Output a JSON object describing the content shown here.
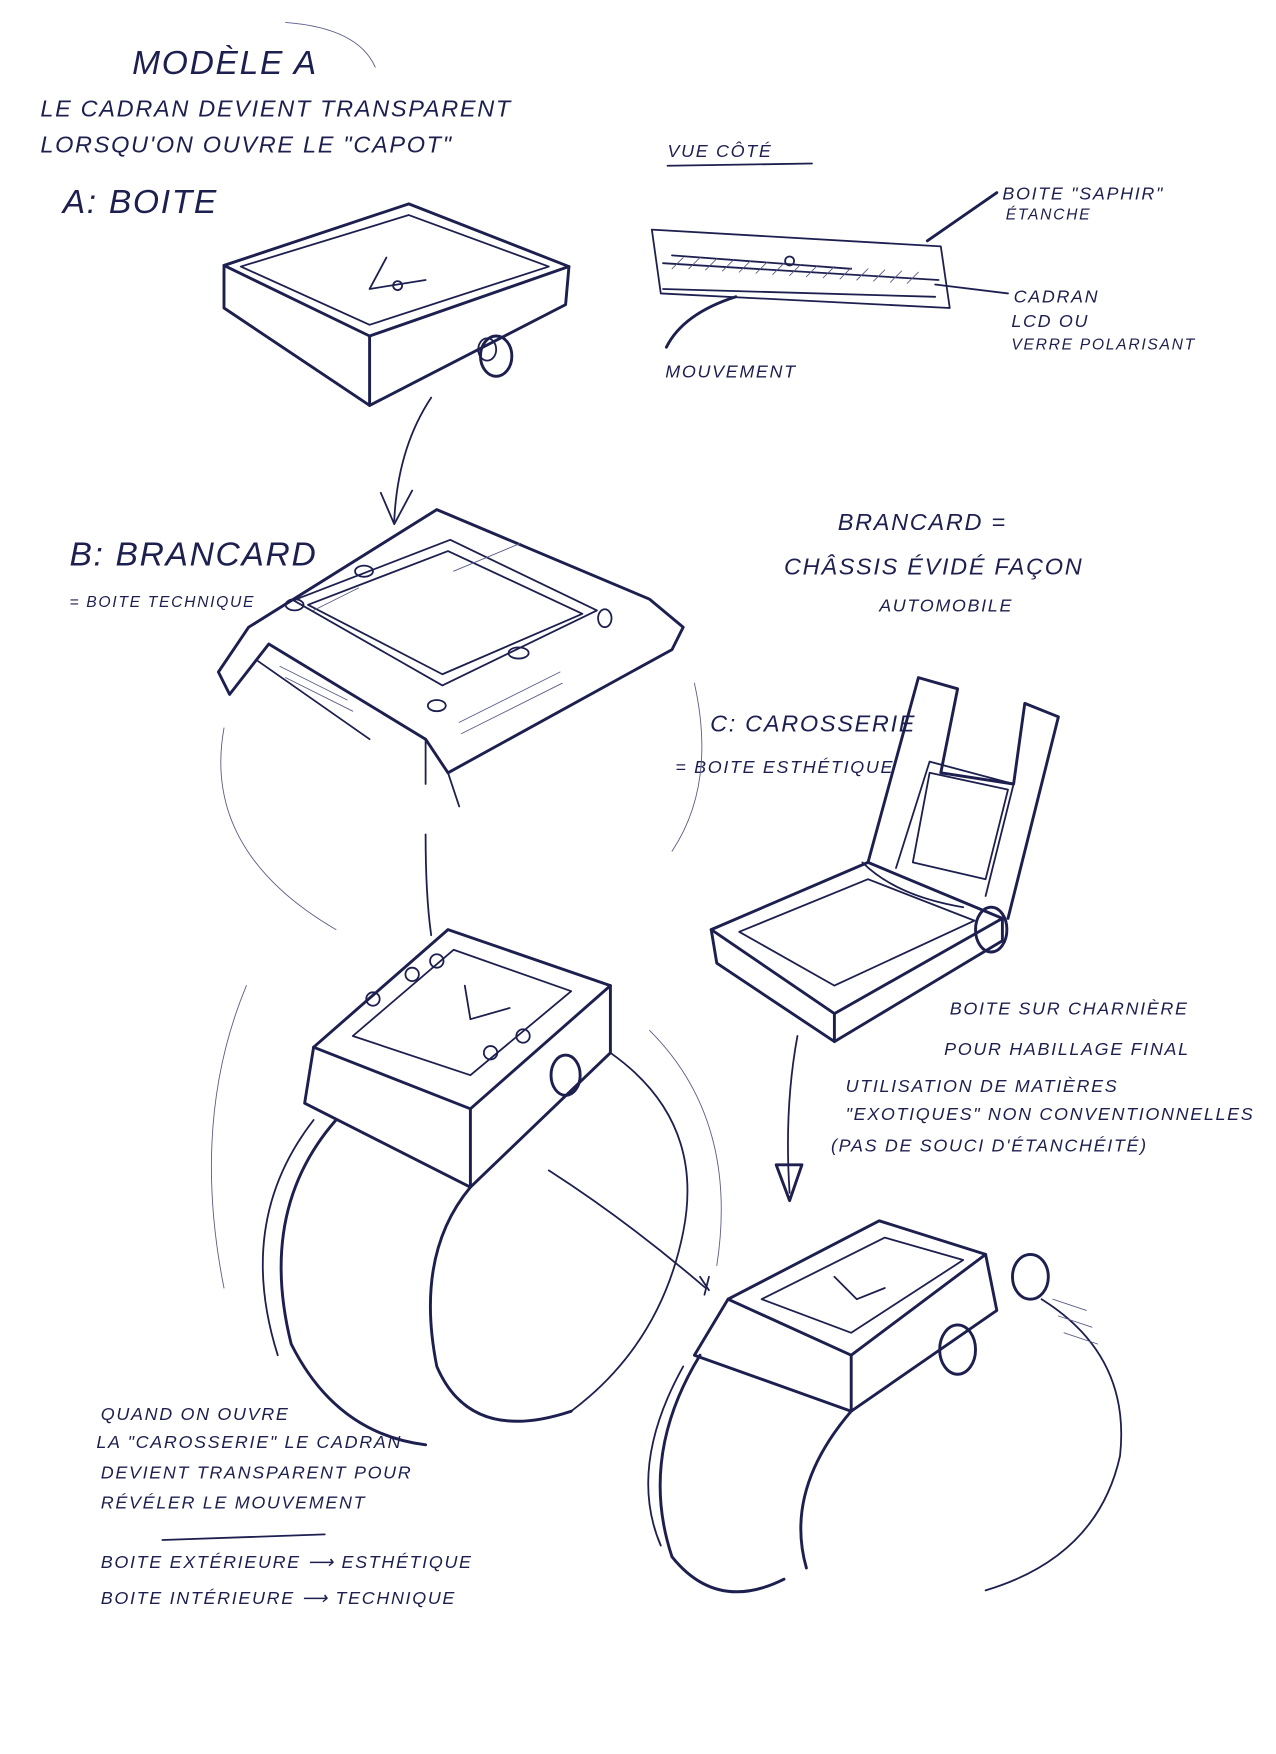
{
  "ink_color": "#1d1f4f",
  "title": "MODÈLE A",
  "intro": {
    "line1": "LE CADRAN DEVIENT TRANSPARENT",
    "line2": "LORSQU'ON OUVRE LE \"CAPOT\""
  },
  "section_a": {
    "label": "A: BOITE"
  },
  "side_view": {
    "heading": "VUE CÔTÉ",
    "case_label": "BOITE \"SAPHIR\"",
    "case_sub": "ÉTANCHE",
    "dial_label_1": "CADRAN",
    "dial_label_2": "LCD OU",
    "dial_label_3": "VERRE POLARISANT",
    "movement_label": "MOUVEMENT"
  },
  "section_b": {
    "label": "B: BRANCARD",
    "sub": "= BOITE TECHNIQUE"
  },
  "brancard_note": {
    "line1": "BRANCARD =",
    "line2": "CHÂSSIS ÉVIDÉ FAÇON",
    "line3": "AUTOMOBILE"
  },
  "section_c": {
    "label": "C: CAROSSERIE",
    "sub": "= BOITE ESTHÉTIQUE"
  },
  "hinge_note": {
    "line1": "BOITE SUR CHARNIÈRE",
    "line2": "POUR HABILLAGE FINAL",
    "line3": "UTILISATION DE MATIÈRES",
    "line4": "\"EXOTIQUES\" NON CONVENTIONNELLES",
    "line5": "(PAS DE SOUCI D'ÉTANCHÉITÉ)"
  },
  "bottom_note": {
    "line1": "QUAND ON OUVRE",
    "line2": "LA \"CAROSSERIE\" LE CADRAN",
    "line3": "DEVIENT TRANSPARENT POUR",
    "line4": "RÉVÉLER LE MOUVEMENT",
    "summary1": "BOITE EXTÉRIEURE ⟶ ESTHÉTIQUE",
    "summary2": "BOITE INTÉRIEURE ⟶ TECHNIQUE"
  }
}
